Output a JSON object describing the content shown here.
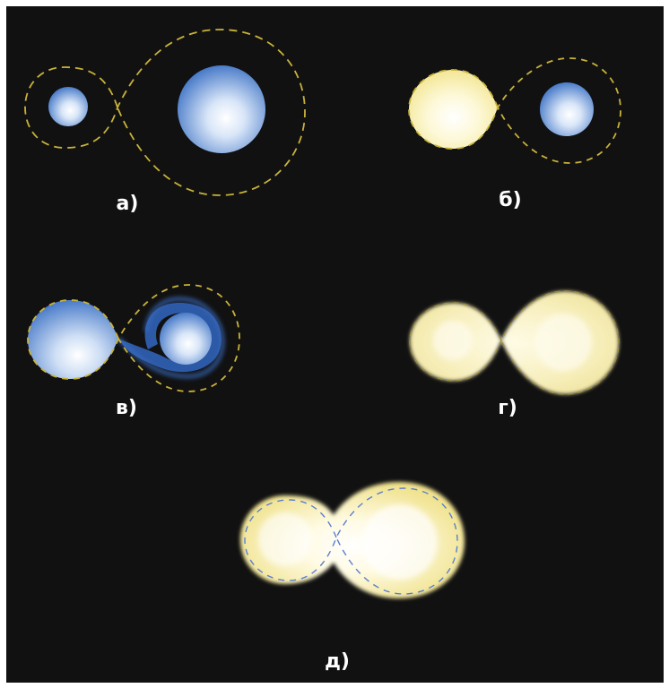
{
  "panels": [
    {
      "id": "a",
      "label": "а)"
    },
    {
      "id": "b",
      "label": "б)"
    },
    {
      "id": "v",
      "label": "в)"
    },
    {
      "id": "g",
      "label": "г)"
    },
    {
      "id": "d",
      "label": "д)"
    }
  ],
  "colors": {
    "background": "#111111",
    "border": "#ffffff",
    "roche_lobe_outline": "#c8b23a",
    "inner_outline_final": "#5a7fd0",
    "blue_star": "#4a7cc9",
    "yellow_star": "#f3e9a0",
    "star_core": "#ffffff",
    "accretion_stream": "#2f5fb0"
  }
}
